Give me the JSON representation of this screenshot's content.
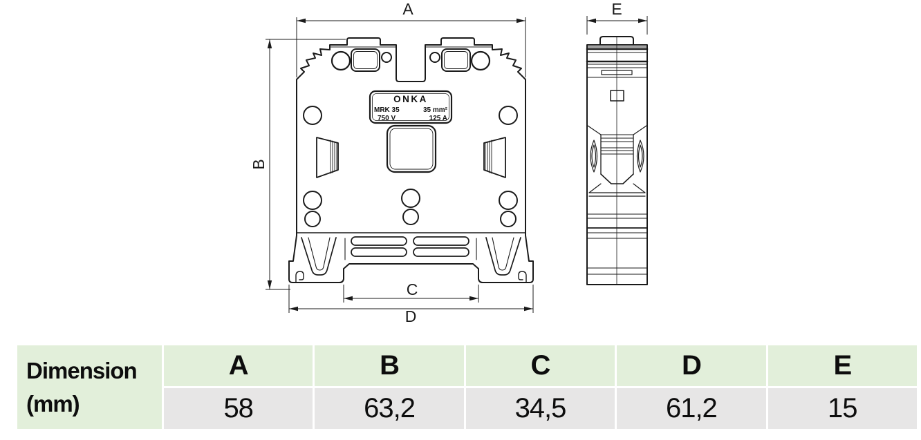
{
  "drawing": {
    "dim_labels": {
      "A": "A",
      "B": "B",
      "C": "C",
      "D": "D",
      "E": "E"
    },
    "label_plate": {
      "brand": "ONKA",
      "model": "MRK 35",
      "section": "35 mm²",
      "voltage": "750 V",
      "current": "125 A"
    }
  },
  "table": {
    "row_header": {
      "line1": "Dimension",
      "line2": "(mm)"
    },
    "columns": [
      {
        "label": "A",
        "value": "58"
      },
      {
        "label": "B",
        "value": "63,2"
      },
      {
        "label": "C",
        "value": "34,5"
      },
      {
        "label": "D",
        "value": "61,2"
      },
      {
        "label": "E",
        "value": "15"
      }
    ],
    "colors": {
      "header_bg": "#e2efda",
      "value_bg": "#e7e6e6",
      "line_color": "#1a1a1a"
    }
  }
}
